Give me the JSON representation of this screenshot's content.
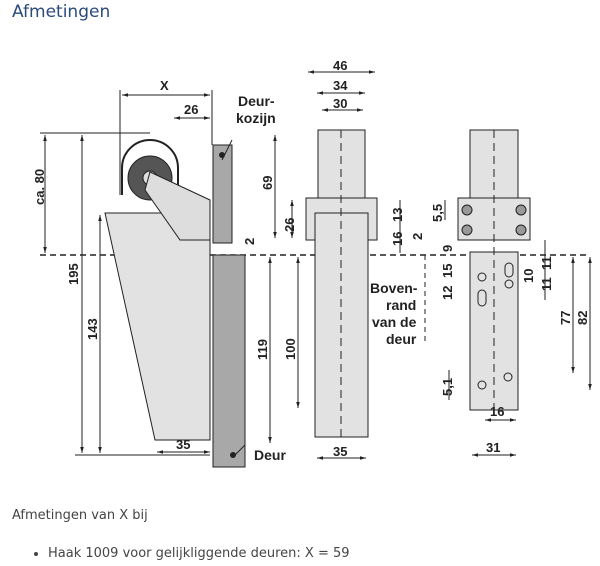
{
  "title": "Afmetingen",
  "labels": {
    "frame_1": "Deur-",
    "frame_2": "kozijn",
    "door": "Deur",
    "top_1": "Boven-",
    "top_2": "rand",
    "top_3": "van de",
    "top_4": "deur"
  },
  "dims": {
    "x": "X",
    "d26a": "26",
    "ca80": "ca. 80",
    "d195": "195",
    "d143": "143",
    "d69": "69",
    "d26b": "26",
    "d2a": "2",
    "d119": "119",
    "d35a": "35",
    "d46": "46",
    "d34": "34",
    "d30": "30",
    "d100": "100",
    "d35b": "35",
    "d13": "13",
    "d16a": "16",
    "d2b": "2",
    "d55": "5,5",
    "d9": "9",
    "d15": "15",
    "d12": "12",
    "d10": "10",
    "d11a": "11",
    "d11b": "11",
    "d77": "77",
    "d82": "82",
    "d51": "5,1",
    "d16b": "16",
    "d31": "31"
  },
  "intro": "Afmetingen van X bij",
  "items": [
    "Haak 1009 voor gelijkliggende deuren: X = 59"
  ]
}
